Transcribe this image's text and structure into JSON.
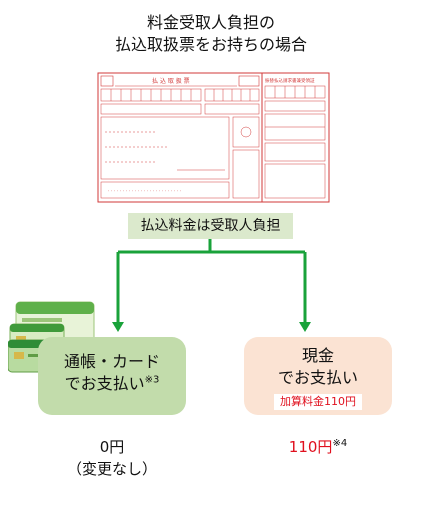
{
  "title": {
    "line1": "料金受取人負担の",
    "line2": "払込取扱票をお持ちの場合"
  },
  "slip": {
    "heading": "払 込 取 扱 票",
    "right_heading": "振替払込請求書兼受領証"
  },
  "payer_label": "払込料金は受取人負担",
  "options": {
    "left": {
      "line1": "通帳・カード",
      "line2": "でお支払い",
      "note": "※3",
      "result_line1": "0円",
      "result_line2": "（変更なし）"
    },
    "right": {
      "line1": "現金",
      "line2": "でお支払い",
      "surcharge": "加算料金110円",
      "result": "110円",
      "note": "※4"
    }
  },
  "colors": {
    "arrow": "#19a23a",
    "left_box": "#c2dcab",
    "right_box": "#fbe3d3",
    "label_bar": "#dbe9cc",
    "accent_red": "#e0101e",
    "slip_ink": "#d23a3a"
  },
  "icons": [
    "payment-slip-image",
    "bankbook-and-card-image",
    "down-arrow-icon"
  ]
}
